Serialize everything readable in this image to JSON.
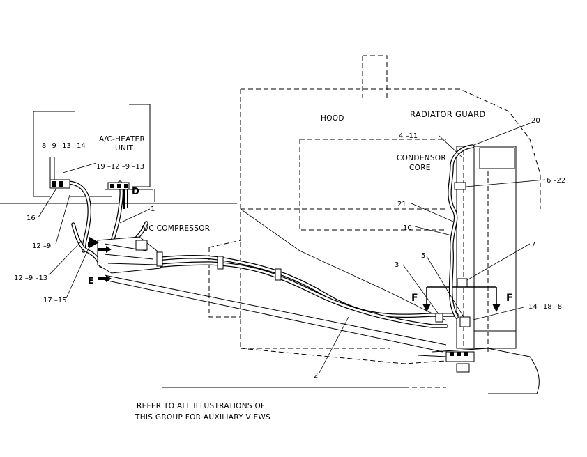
{
  "labels": {
    "hood": "HOOD",
    "radiator_guard": "RADIATOR GUARD",
    "condensor_line1": "CONDENSOR",
    "condensor_line2": "CORE",
    "heater_unit_line1": "A/C-HEATER",
    "heater_unit_line2": "UNIT",
    "compressor": "A/C COMPRESSOR"
  },
  "callouts": {
    "c_8_9_13_14": "8 –9 –13 –14",
    "c_19_12_9_13": "19 –12 –9 –13",
    "c_16": "16",
    "c_12_9": "12 –9",
    "c_12_9_13": "12 –9 –13",
    "c_17_15": "17 –15",
    "c_1": "1",
    "c_d": "D",
    "c_e": "E",
    "c_e_small": "E",
    "c_2": "2",
    "c_3": "3",
    "c_5": "5",
    "c_7": "7",
    "c_14_18_8": "14 –18 –8",
    "c_21": "21",
    "c_10": "10",
    "c_4_11": "4 –11",
    "c_20": "20",
    "c_6_22": "6 –22",
    "c_f_left": "F",
    "c_f_right": "F"
  },
  "note": {
    "line1": "REFER TO ALL ILLUSTRATIONS OF",
    "line2": "THIS GROUP FOR AUXILIARY VIEWS"
  }
}
